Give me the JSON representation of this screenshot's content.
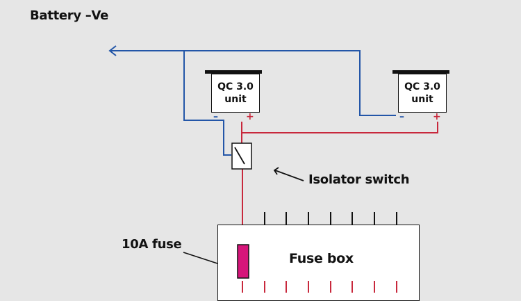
{
  "labels": {
    "battery_neg": "Battery –Ve",
    "isolator": "Isolator switch",
    "fuse_10a": "10A fuse",
    "fuse_box": "Fuse box"
  },
  "units": [
    {
      "line1": "QC 3.0",
      "line2": "unit",
      "neg": "–",
      "pos": "+"
    },
    {
      "line1": "QC 3.0",
      "line2": "unit",
      "neg": "–",
      "pos": "+"
    }
  ],
  "colors": {
    "background": "#e6e6e6",
    "negative_wire": "#2356a8",
    "positive_wire": "#c8283c",
    "fuse": "#d6157a",
    "outline": "#111111"
  }
}
